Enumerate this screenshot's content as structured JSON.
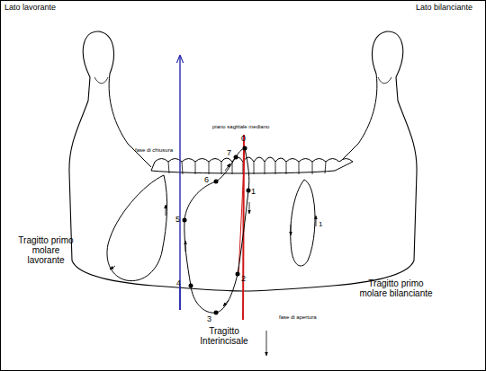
{
  "diagram": {
    "labels": [
      "Lato lavorante",
      "Lato bilanciante",
      "piano sagittale mediano",
      "fase di chiusura",
      "fase di apertura",
      "Tragitto primo molare lavorante",
      "Tragitto primo molare bilanciante",
      "Tragitto Interincisale",
      "0",
      "1",
      "2",
      "3",
      "4",
      "5",
      "6",
      "7",
      "1"
    ]
  }
}
